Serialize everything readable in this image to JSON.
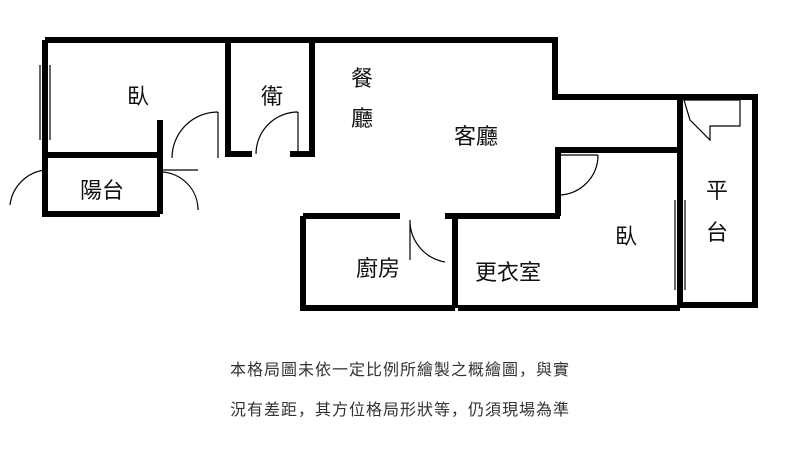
{
  "rooms": {
    "bedroom_top_left": "臥",
    "bathroom": "衛",
    "dining_1": "餐",
    "dining_2": "廳",
    "living_room": "客廳",
    "balcony": "陽台",
    "kitchen": "廚房",
    "closet": "更衣室",
    "bedroom_right": "臥",
    "terrace_1": "平",
    "terrace_2": "台"
  },
  "disclaimer": {
    "line1": "本格局圖未依一定比例所繪製之概繪圖，與實",
    "line2": "況有差距，其方位格局形狀等，仍須現場為準"
  },
  "colors": {
    "wall": "#000000",
    "background": "#ffffff",
    "text": "#111111",
    "note": "#333333"
  }
}
